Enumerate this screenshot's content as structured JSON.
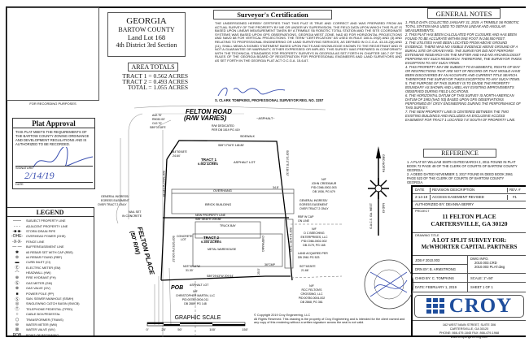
{
  "recording": {
    "label": "FOR RECORDING PURPOSES"
  },
  "plat_approval": {
    "title": "Plat Approval",
    "text": "THIS PLAT MEETS THE REQUIREMENTS OF THE BARTOW COUNTY ZONING ORDINANCE AND DEVELOPMENT REGULATIONS AND IS AUTHORIZED TO BE RECORDED.",
    "signature_label": "SIGNATURE",
    "date_label": "DATE",
    "date_value": "2/14/19"
  },
  "location": {
    "state": "GEORGIA",
    "county": "BARTOW COUNTY",
    "land_lot": "Land Lot 168",
    "district": "4th District 3rd Section"
  },
  "area_totals": {
    "title": "AREA TOTALS",
    "rows": [
      "TRACT 1 = 0.562 ACRES",
      "TRACT 2 = 0.493 ACRES",
      "TOTAL = 1.055 ACRES"
    ]
  },
  "certification": {
    "title": "Surveyor's Certification",
    "text": "THE UNDERSIGNED HEREBY CERTIFIES THAT THIS PLAT IS TRUE AND CORRECT AND WAS PREPARED FROM AN ACTUAL SURVEY OF THE PROPERTY BY ME OR UNDER MY SUPERVISION. THE FIELD DATA UPON WHICH THIS PLAT IS BASED UPON LINEAR MEASUREMENT TAKEN BY A TRIMBLE S6 ROBOTIC TOTAL STATION AND THE SITE COORDINATE SYSTEMS WAS BASED UPON GPS OBSERVATIONS, GEORGIA WEST ZONE, NAD 83 FOR HORIZONTAL PROJECTIONS AND NAVD 88 FOR VERTICAL PROJECTIONS. THE TERM \"CERTIFICATION\" AS USED IN RULE 180-6-.09(2) AND (3) AND RELATING TO PROFESSIONAL ENGINEERING OR LAND SURVEYING SERVICES, AS DEFINED IN O.C.G.A. 43-15-2(6) AND (11), SHALL MEAN A SIGNED STATEMENT BASED UPON FACTS AND KNOWLEDGE KNOWN TO THE REGISTRANT AND IS NOT A GUARANTEE OR WARRANTY, EITHER EXPRESSED OR IMPLIED. THIS SURVEY WAS PREPARED IN CONFORMITY WITH THE TECHNICAL STANDARDS FOR PROPERTY SURVEYS IN GEORGIA AS SET FORTH IN CHAPTER 180-7 OF THE RULES OF THE GEORGIA BOARD OF REGISTRATION FOR PROFESSIONAL ENGINEERS AND LAND SURVEYORS AND AS SET FORTH IN THE GEORGIA PLAT ACT O.C.G.A. 15-6-67.",
    "surveyor": "S. CLARK TOMPKINS, PROFESSIONAL SURVEYOR REG. NO. 3257"
  },
  "general_notes": {
    "title": "GENERAL NOTES",
    "items": [
      "1. FIELD DATA COLLECTED JANUARY 31, 2019. A TRIMBLE S6 ROBOTIC TOTAL STATION WAS USED TO OBTAIN LINEAR AND ANGULAR MEASUREMENTS.",
      "2. THIS PLAT HAS BEEN CALCULATED FOR CLOSURE AND HAS BEEN FOUND TO BE ACCURATE WITHIN ONE FOOT IN 248,550 FEET.",
      "3. THE UTILITIES HAVE BEEN LOCATED FROM ABOVE GROUND EVIDENCE. THERE WAS NO VISIBLE EVIDENCE ABOVE GROUND OF A BURIAL SITE OR GRAVEYARD. THE SURVEYOR DID NOT PERFORM EXTENSIVE RESEARCH ON THE MATTER AND HAD NO ARCHEOLOGIST PERFORM ANY SUCH RESEARCH. THEREFORE, THE SURVEYOR TAKES EXCEPTION TO ANY SUCH ITEMS.",
      "4. THIS PROPERTY MAY BE SUBJECT TO EASEMENTS, RIGHTS OF WAY OR RESTRICTIONS THAT ARE NOT OF RECORD OR THAT WOULD HAVE BEEN DISCOVERED BY AN ACCURATE AND CURRENT TITLE SEARCH. THEREFORE THE SURVEYOR TAKES EXCEPTION TO ANY SUCH ITEMS.",
      "5. THE PURPOSE OF THIS SURVEY IS TO DIVIDE THE PROPERTY BOUNDARY AS SHOWN AND LABEL ANY EXISTING IMPROVEMENTS OBSERVED DURING FIELD LOCATIONS.",
      "6. THE HORIZONTAL DATUM OF THIS SURVEY IS NORTH AMERICAN DATUM OF 1983 (NAD '83) BASED UPON GPS OBSERVATIONS PERFORMED BY CROY ENGINEERING DURING THE PERFORMANCE OF THIS SURVEY.",
      "7. THE NEW PROPERTY LINE IS CENTERED BETWEEN THE TWO EXISTING BUILDINGS AND INCLUDES AN EXCLUSIVE ACCESS EASEMENT FOR TRACT 1 LOCATED 7.8' SOUTH OF PROPERTY LINE."
    ]
  },
  "reference": {
    "title": "REFERENCE",
    "items": [
      "1. A PLAT BY WILLIAM SMITH DATED MARCH 2, 2011 FOUND IN PLAT BOOK 72 PAGE 48 OF THE CLERK OF COURTS OF BARTOW COUNTY GEORGIA.",
      "2. A DEED DATED NOVEMBER 3, 2017 FOUND IN DEED BOOK 2961 PAGE 523 OF THE CLERK OF COURTS OF BARTOW COUNTY GEORGIA."
    ]
  },
  "title_block": {
    "rev_headers": [
      "DATE",
      "REVISION DESCRIPTION",
      "REV. #"
    ],
    "rev_row": [
      "2-14-19",
      "ACCESS EASEMENT REVISED",
      "#1"
    ],
    "authorized": "AUTHORIZED BY: DEANNA BERRY",
    "project_label": "PROJECT",
    "project_line1": "11 FELTON PLACE",
    "project_line2": "CARTERSVILLE, GA 30120",
    "drawing_title_label": "DRAWING TITLE",
    "drawing_line1": "A LOT SPLIT SURVEY FOR:",
    "drawing_line2": "McWHORTER CAPITAL PARTNERS",
    "job": "JOB # 2010.003",
    "dwg_info_label": "DWG INFO.",
    "dwg_info_1": "2010.003.CRD",
    "dwg_info_2": "2010.003 PLAT.dwg",
    "drawn_by": "DRN BY: B. ARMSTRONG",
    "checked_by": "CHKD BY: C. TOMPKINS",
    "scale": "SCALE: 1\"=50'",
    "date": "DATE: FEBRUARY 1, 2019",
    "sheet": "SHEET 1 OF 1"
  },
  "company": {
    "name": "CROY",
    "address": "162 WEST MAIN STREET, SUITE 306",
    "city": "CARTERSVILLE, GA 30120",
    "phone": "PHONE: 866-479-1845 FAX: 866-479-1968",
    "web": "www.CroyEngineering.com",
    "brand_color": "#1f4e9c"
  },
  "copyright": {
    "line1": "Copyright 2019 Croy Engineering, LLC",
    "line2": "All Rights Reserved. This drawing is the property of Croy Engineering and is intended for the client named and any copy of this rendering without a written signature across the seal is not valid."
  },
  "legend": {
    "title": "LEGEND",
    "items": [
      {
        "sym": "——",
        "label": "SUBJECT PROPERTY LINE"
      },
      {
        "sym": "- - -",
        "label": "ADJACENT PROPERTY LINE"
      },
      {
        "sym": "-■-■-",
        "label": "STORM DRAIN PIPE"
      },
      {
        "sym": "-OHE-",
        "label": "OVERHEAD POWER (OHE)"
      },
      {
        "sym": "-x-x-",
        "label": "FENCE LINE"
      },
      {
        "sym": "— —",
        "label": "BUFFER/EASEMENT LINE"
      },
      {
        "sym": "✱",
        "label": "#5 REBAR SET WITH CAP (RBS)"
      },
      {
        "sym": "⊚",
        "label": "#4 REBAR FOUND (RBF)"
      },
      {
        "sym": "▬",
        "label": "CURB INLET (CI)"
      },
      {
        "sym": "Ⓔ",
        "label": "ELECTRIC METER (EM)"
      },
      {
        "sym": "⌒",
        "label": "HEADWALL (HW)"
      },
      {
        "sym": "⊕",
        "label": "FIRE HYDRANT (FH)"
      },
      {
        "sym": "Ⓖ",
        "label": "GAS METER (GM)"
      },
      {
        "sym": "⊗",
        "label": "GAS VALVE (GV)"
      },
      {
        "sym": "■",
        "label": "POWER POLE (PP)"
      },
      {
        "sym": "Ⓢ",
        "label": "SAN. SEWER MANHOLE (SSMH)"
      },
      {
        "sym": "◎",
        "label": "SINGLEWING CATCH BASIN (SWCB)"
      },
      {
        "sym": "Ⓣ",
        "label": "TELEPHONE PEDESTAL (TPED)"
      },
      {
        "sym": "○",
        "label": "CABLE BOX/PEDESTAL"
      },
      {
        "sym": "⬡",
        "label": "TRANSFORMER (TRANS)"
      },
      {
        "sym": "⊖",
        "label": "WATER METER (WM)"
      },
      {
        "sym": "⊠",
        "label": "WATER VALVE (WV)"
      },
      {
        "sym": "POB",
        "label": "POINT OF BEGINNING"
      }
    ]
  },
  "map": {
    "road_north": "FELTON ROAD",
    "road_north_rw": "(R/W VARIES)",
    "road_west": "FELTON PLACE",
    "road_west_rw": "(50' R/W)",
    "asphalt": "~ASPHALT~",
    "curve": [
      "A42.70'",
      "R5032.00'",
      "C42.70'",
      "S89°03'18\"E"
    ],
    "rw_dedicated": [
      "R/W DEDICATED",
      "PER DB 1519 PG 419"
    ],
    "sidewalk": "SIDEWALK",
    "bearing_north": "S89°17'54\"E  148.80'",
    "bearing_corner": [
      "N44°50'48\"E",
      "24.64'"
    ],
    "tract1": [
      "TRACT 1",
      "0.562 ACRES"
    ],
    "asphalt_lot": "ASPHALT LOT",
    "overhang": "OVERHANG",
    "brick_building": "BRICK BUILDING",
    "dist_34": "34.8'",
    "dist_78": "7.8'",
    "easement_west": [
      "GENERAL INGRESS/",
      "EGRESS EASEMENT",
      "OVER TRACT 2 ONLY"
    ],
    "nail_set": [
      "NAIL SET",
      "IN CONCRETE"
    ],
    "new_line": [
      "NEW PROPERTY LINE",
      "S89°38'40\"E  209.86'"
    ],
    "truck_bay": "TRUCK BAY",
    "concrete_lot": [
      "CONCRETE",
      "LOT"
    ],
    "tract2": [
      "TRACT 2",
      "0.493 ACRES"
    ],
    "metal_warehouse": "METAL WAREHOUSE",
    "overhang2": "OVERHANG",
    "west_bearing_tract1": "S00°58'03\"W 119.35'",
    "west_bearing_tract2": "S03°02'51\"W 105.22'",
    "south_bearing": [
      "N03°32'14\"W",
      "31.30'"
    ],
    "south_line": "S89°29'43\"W  209.54'",
    "pob": "POB",
    "asphalt_lot_s": "ASPHALT LOT",
    "adj_south": [
      "N/F",
      "CHRISTOPHER MARTIN, LLC",
      "PID:00780-0004-011",
      "DB 2889, PG 148"
    ],
    "east_bearing1": "S03°14'17\"E 118.32'",
    "east_bearing2": "S03°14'14\"E 78.00'",
    "adj_ne": [
      "N/F",
      "JOHN CREEKMUR",
      "PID:C066-0002-003",
      "DB 1936, PG 679"
    ],
    "easement_east": [
      "GENERAL INGRESS/",
      "EGRESS EASEMENT",
      "OVER TRACT 2 ONLY"
    ],
    "rbf_cap": [
      "RBF W CAP",
      "ON LINE"
    ],
    "adj_e": [
      "N/F",
      "D C BEECHING",
      "ENTERPRISES, LLC",
      "PID:C066-0002-002",
      "DB 2179, PG 165"
    ],
    "land_acquired": [
      "LAND ACQUIRED PER",
      "DB 2961 PG 523"
    ],
    "se_bearing": [
      "S07°46'26\"E",
      "21.66'"
    ],
    "cmp": "36\"CMP",
    "dist_255": "25.5'",
    "adj_se": [
      "N/F",
      "RCC FELTON'S",
      "CROSSING, LLC",
      "PID:00780-0004-002",
      "DB 2868, PG 361"
    ],
    "north_arrow": [
      "GRID NORTH",
      "G.A.C.S. GA. WEST",
      "NAD 83"
    ]
  },
  "graphic_scale": {
    "title": "GRAPHIC SCALE",
    "ticks": [
      "0'",
      "25'",
      "50'",
      "100'",
      "150'"
    ]
  }
}
